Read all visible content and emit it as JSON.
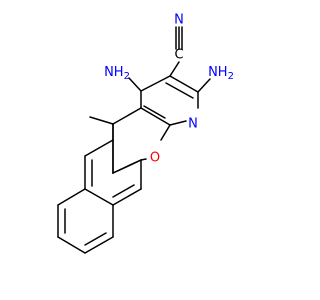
{
  "colors": {
    "bond": "#000000",
    "nitrogen": "#0000ff",
    "oxygen": "#ff0000",
    "carbon": "#000000"
  },
  "atoms": {
    "nh2_left": "NH",
    "nh2_left_sub": "2",
    "nh2_right": "NH",
    "nh2_right_sub": "2",
    "ring_n": "N",
    "nitrile_c": "C",
    "nitrile_n": "N",
    "ring_o": "O",
    "methyl": "Methyl"
  }
}
